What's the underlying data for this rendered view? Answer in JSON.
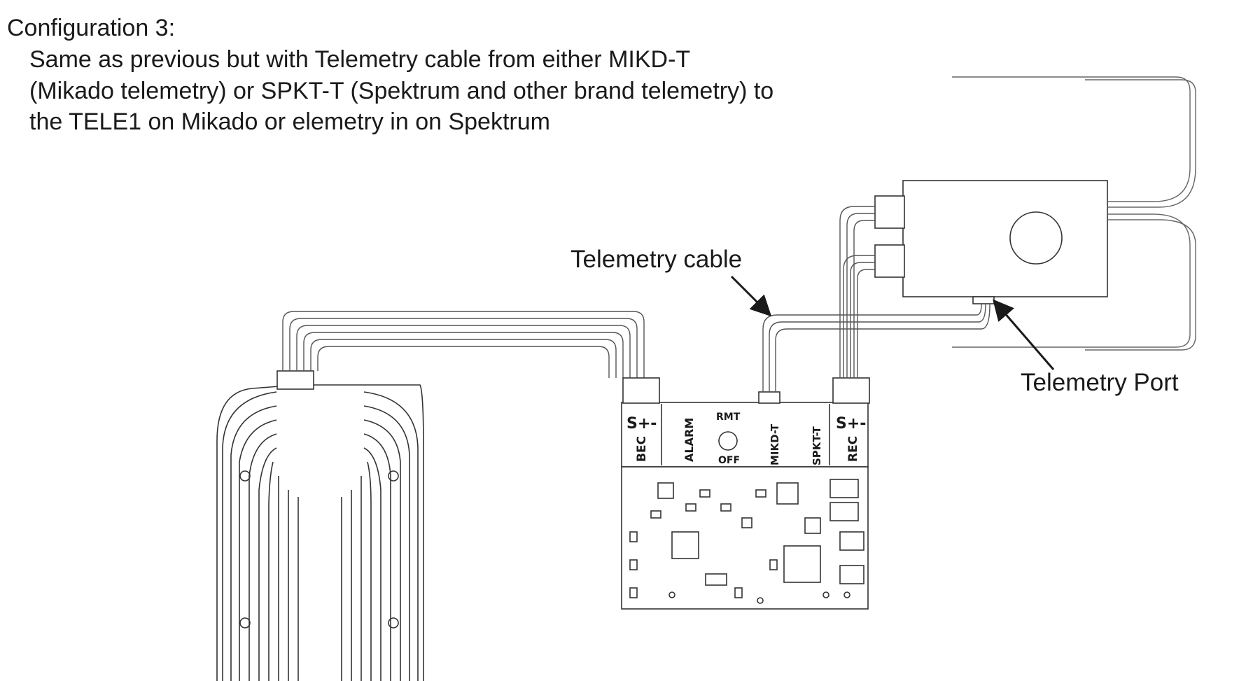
{
  "heading": "Configuration 3:",
  "description": [
    "Same as previous but with Telemetry cable from either MIKD-T",
    "(Mikado telemetry) or SPKT-T (Spektrum and other brand telemetry) to",
    "the TELE1 on Mikado or elemetry in on Spektrum"
  ],
  "callouts": {
    "telemetry_cable": "Telemetry cable",
    "telemetry_port": "Telemetry Port"
  },
  "board_labels": {
    "bec_polarity": "S+-",
    "bec": "BEC",
    "alarm": "ALARM",
    "rmt": "RMT",
    "off": "OFF",
    "mikd_t": "MIKD-T",
    "spkt_t": "SPKT-T",
    "rec_polarity": "S+-",
    "rec": "REC"
  }
}
